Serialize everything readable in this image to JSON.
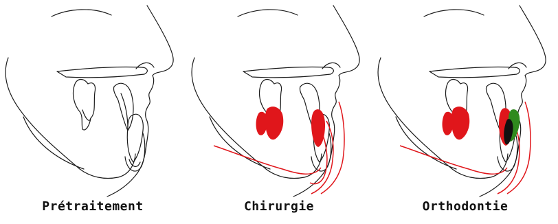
{
  "panels": [
    {
      "caption": "Prétraitement",
      "overlay": "none"
    },
    {
      "caption": "Chirurgie",
      "overlay": "red"
    },
    {
      "caption": "Orthodontie",
      "overlay": "red-green"
    }
  ],
  "colors": {
    "outline": "#1a1a1a",
    "post_treatment": "#e0161b",
    "orthodontic_change": "#2f8a1e",
    "background": "#ffffff"
  }
}
